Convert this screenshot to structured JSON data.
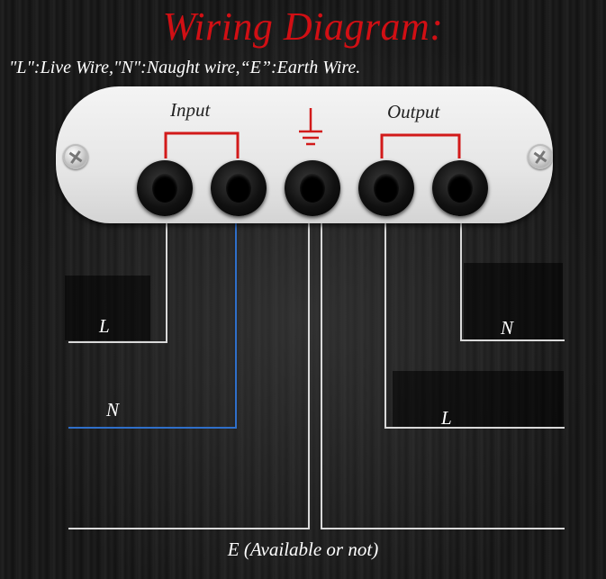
{
  "title": "Wiring Diagram:",
  "subtitle": "\"L\":Live Wire,\"N\":Naught wire,“E”:Earth Wire.",
  "plate": {
    "input_label": "Input",
    "output_label": "Output",
    "ground_icon": "ground-symbol-icon",
    "socket_count": 5
  },
  "wires": {
    "input_l_label": "L",
    "input_n_label": "N",
    "output_n_label": "N",
    "output_l_label": "L",
    "earth_label": "E (Available or not)"
  },
  "colors": {
    "title": "#d10f14",
    "bracket": "#d21a1a",
    "neutral_wire": "#2f6fc9",
    "live_wire": "#d9d9d9"
  }
}
